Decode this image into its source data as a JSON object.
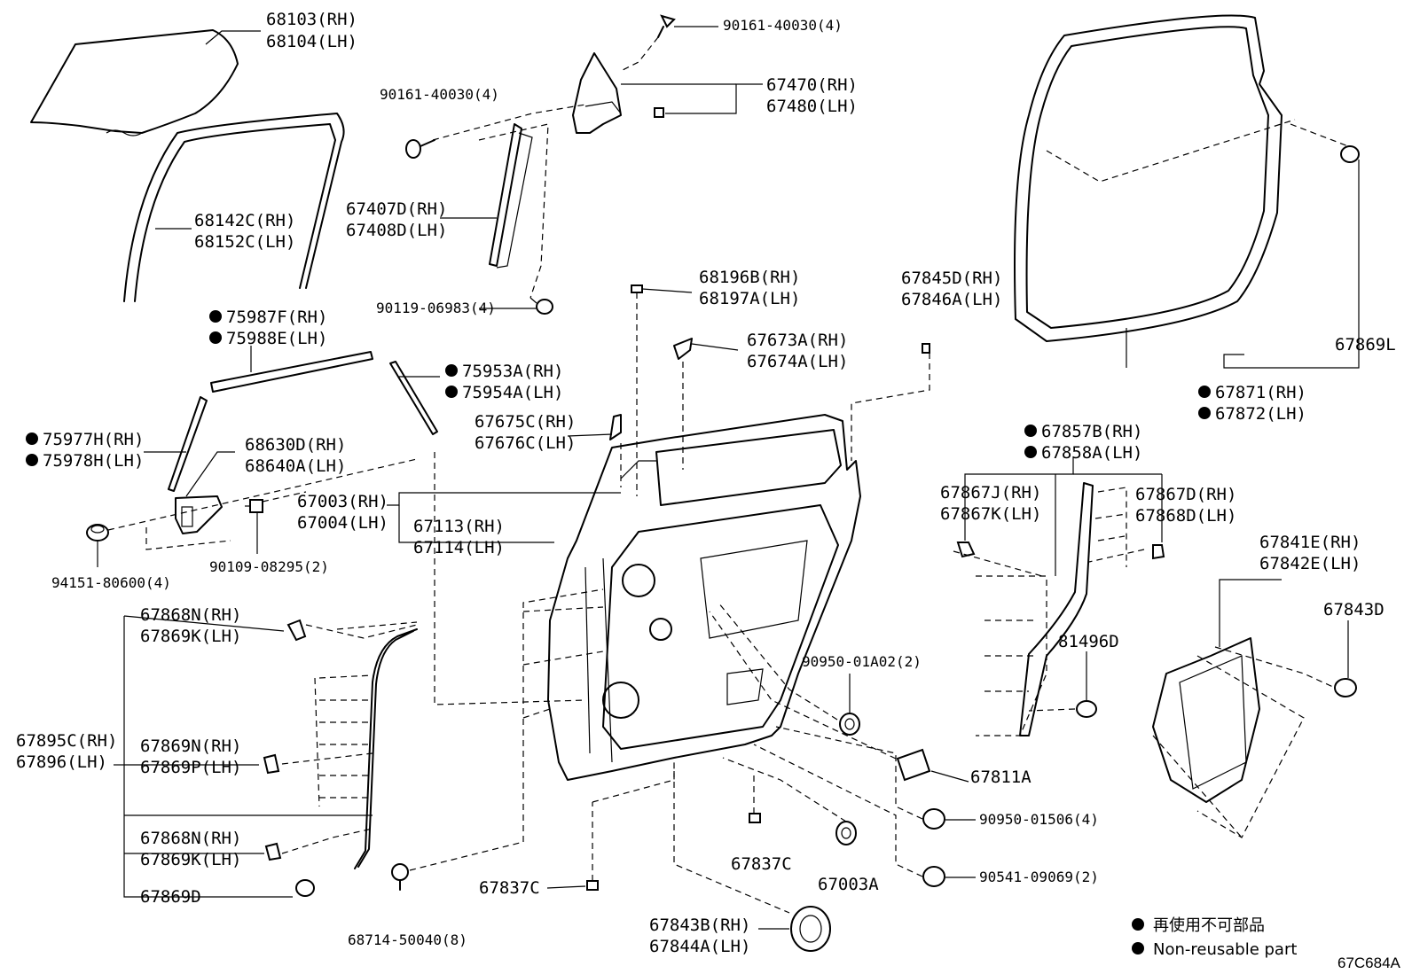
{
  "labels": {
    "p68103": "68103(RH)",
    "p68104": "68104(LH)",
    "p90161a": "90161-40030(4)",
    "p90161b": "90161-40030(4)",
    "p67470": "67470(RH)",
    "p67480": "67480(LH)",
    "p68142c": "68142C(RH)",
    "p68152c": "68152C(LH)",
    "p67407d": "67407D(RH)",
    "p67408d": "67408D(LH)",
    "p90119": "90119-06983(4)",
    "p68196b": "68196B(RH)",
    "p68197a": "68197A(LH)",
    "p67845d": "67845D(RH)",
    "p67846a": "67846A(LH)",
    "p75987f": "75987F(RH)",
    "p75988e": "75988E(LH)",
    "p75953a": "75953A(RH)",
    "p75954a": "75954A(LH)",
    "p67673a": "67673A(RH)",
    "p67674a": "67674A(LH)",
    "p67869l": "67869L",
    "p67871": "67871(RH)",
    "p67872": "67872(LH)",
    "p75977h": "75977H(RH)",
    "p75978h": "75978H(LH)",
    "p68630d": "68630D(RH)",
    "p68640a": "68640A(LH)",
    "p67675c": "67675C(RH)",
    "p67676c": "67676C(LH)",
    "p67857b": "67857B(RH)",
    "p67858a": "67858A(LH)",
    "p67003": "67003(RH)",
    "p67004": "67004(LH)",
    "p67113": "67113(RH)",
    "p67114": "67114(LH)",
    "p67867j": "67867J(RH)",
    "p67867k": "67867K(LH)",
    "p67867d": "67867D(RH)",
    "p67868d": "67868D(LH)",
    "p94151": "94151-80600(4)",
    "p90109": "90109-08295(2)",
    "p67841e": "67841E(RH)",
    "p67842e": "67842E(LH)",
    "p67868n_a": "67868N(RH)",
    "p67869k_a": "67869K(LH)",
    "p67843d": "67843D",
    "p81496d": "81496D",
    "p90950a": "90950-01A02(2)",
    "p67895c": "67895C(RH)",
    "p67896": "67896(LH)",
    "p67869n": "67869N(RH)",
    "p67869p": "67869P(LH)",
    "p67811a": "67811A",
    "p90950b": "90950-01506(4)",
    "p67868n_b": "67868N(RH)",
    "p67869k_b": "67869K(LH)",
    "p67837c_a": "67837C",
    "p67003a": "67003A",
    "p90541": "90541-09069(2)",
    "p67869d": "67869D",
    "p67837c_b": "67837C",
    "p68714": "68714-50040(8)",
    "p67843b": "67843B(RH)",
    "p67844a": "67844A(LH)"
  },
  "legend": {
    "japanese": "再使用不可部品",
    "english": "Non-reusable part"
  },
  "diagram_code": "67C684A"
}
